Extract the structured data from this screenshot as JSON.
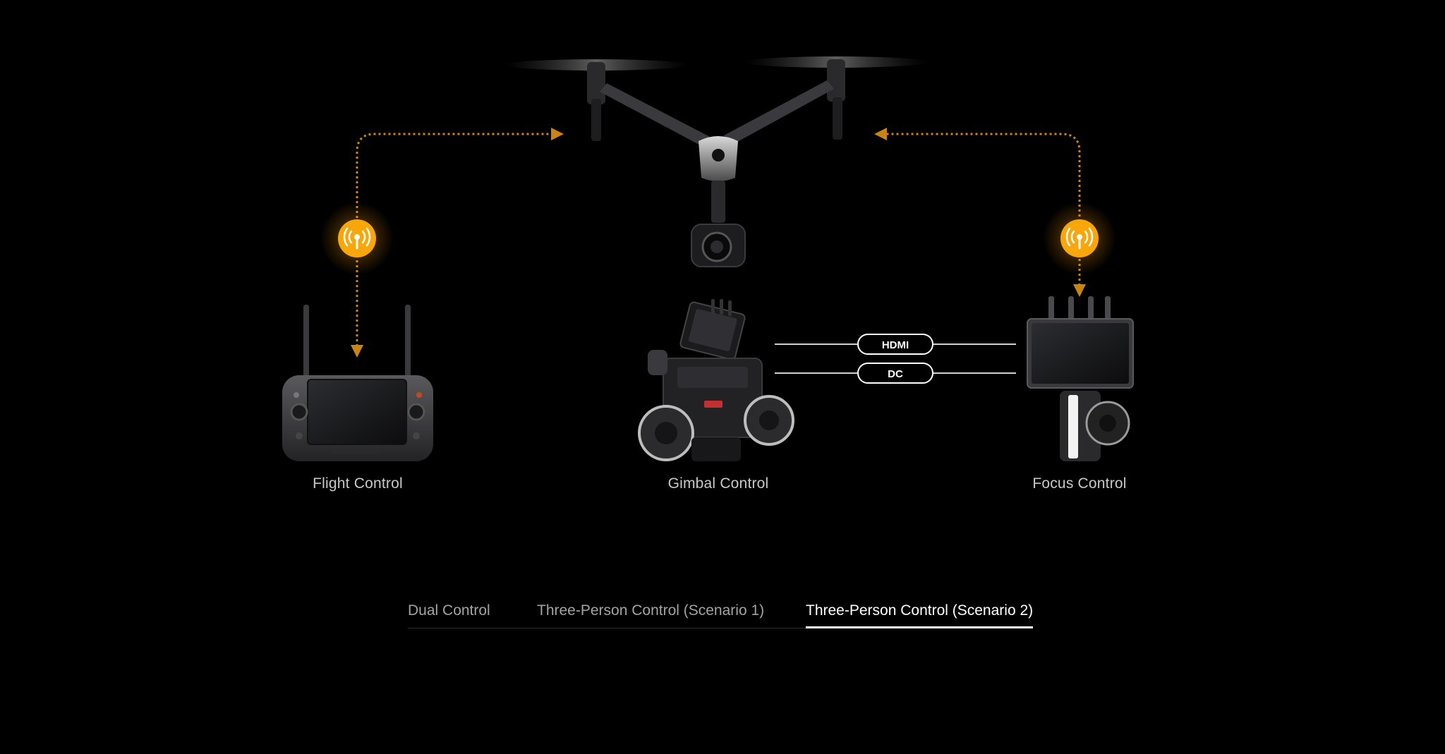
{
  "devices": {
    "flight": {
      "label": "Flight Control"
    },
    "gimbal": {
      "label": "Gimbal Control"
    },
    "focus": {
      "label": "Focus Control"
    }
  },
  "cables": {
    "hdmi": "HDMI",
    "dc": "DC"
  },
  "tabs": [
    {
      "label": "Dual Control",
      "active": false
    },
    {
      "label": "Three-Person Control (Scenario 1)",
      "active": false
    },
    {
      "label": "Three-Person Control (Scenario 2)",
      "active": true
    }
  ],
  "colors": {
    "background": "#000000",
    "signal_orange": "#f7a70a",
    "link_line": "#c98414",
    "tab_active": "#ffffff",
    "tab_inactive": "#a3a3a3"
  },
  "icons": {
    "signal": "wireless-signal-icon"
  }
}
